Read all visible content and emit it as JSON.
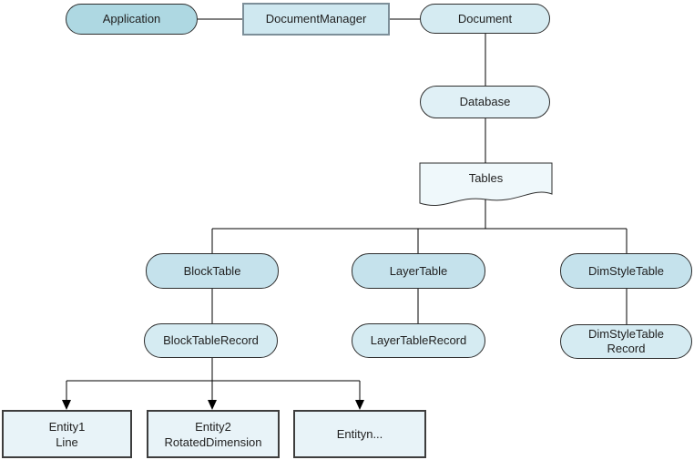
{
  "diagram": {
    "type": "flowchart",
    "background": "#ffffff",
    "line_color": "#000000",
    "border_color": "#2e2e2e",
    "nodes": {
      "application": {
        "label": "Application",
        "shape": "stadium",
        "fill": "#aed8e2"
      },
      "document_manager": {
        "label": "DocumentManager",
        "shape": "rectangle",
        "fill": "#cfe8f0",
        "border": "#7d8f99"
      },
      "document": {
        "label": "Document",
        "shape": "stadium",
        "fill": "#d5ebf2"
      },
      "database": {
        "label": "Database",
        "shape": "stadium",
        "fill": "#e0f0f6"
      },
      "tables": {
        "label": "Tables",
        "shape": "document",
        "fill": "#eff8fb"
      },
      "block_table": {
        "label": "BlockTable",
        "shape": "stadium",
        "fill": "#c5e2ec"
      },
      "layer_table": {
        "label": "LayerTable",
        "shape": "stadium",
        "fill": "#c5e2ec"
      },
      "dim_style_table": {
        "label": "DimStyleTable",
        "shape": "stadium",
        "fill": "#c5e2ec"
      },
      "block_table_record": {
        "label": "BlockTableRecord",
        "shape": "stadium",
        "fill": "#d5ebf2"
      },
      "layer_table_record": {
        "label": "LayerTableRecord",
        "shape": "stadium",
        "fill": "#d5ebf2"
      },
      "dim_style_table_record": {
        "line1": "DimStyleTable",
        "line2": "Record",
        "shape": "stadium",
        "fill": "#d5ebf2"
      },
      "entity1": {
        "line1": "Entity1",
        "line2": "Line",
        "shape": "rectangle",
        "fill": "#e8f3f8"
      },
      "entity2": {
        "line1": "Entity2",
        "line2": "RotatedDimension",
        "shape": "rectangle",
        "fill": "#e8f3f8"
      },
      "entityn": {
        "line1": "Entityn...",
        "line2": "",
        "shape": "rectangle",
        "fill": "#e8f3f8"
      }
    },
    "edges": [
      {
        "from": "application",
        "to": "document_manager",
        "arrow": false
      },
      {
        "from": "document_manager",
        "to": "document",
        "arrow": false
      },
      {
        "from": "document",
        "to": "database",
        "arrow": false
      },
      {
        "from": "database",
        "to": "tables",
        "arrow": false
      },
      {
        "from": "tables",
        "to": "block_table",
        "arrow": false
      },
      {
        "from": "tables",
        "to": "layer_table",
        "arrow": false
      },
      {
        "from": "tables",
        "to": "dim_style_table",
        "arrow": false
      },
      {
        "from": "block_table",
        "to": "block_table_record",
        "arrow": false
      },
      {
        "from": "layer_table",
        "to": "layer_table_record",
        "arrow": false
      },
      {
        "from": "dim_style_table",
        "to": "dim_style_table_record",
        "arrow": false
      },
      {
        "from": "block_table_record",
        "to": "entity1",
        "arrow": true
      },
      {
        "from": "block_table_record",
        "to": "entity2",
        "arrow": true
      },
      {
        "from": "block_table_record",
        "to": "entityn",
        "arrow": true
      }
    ]
  }
}
